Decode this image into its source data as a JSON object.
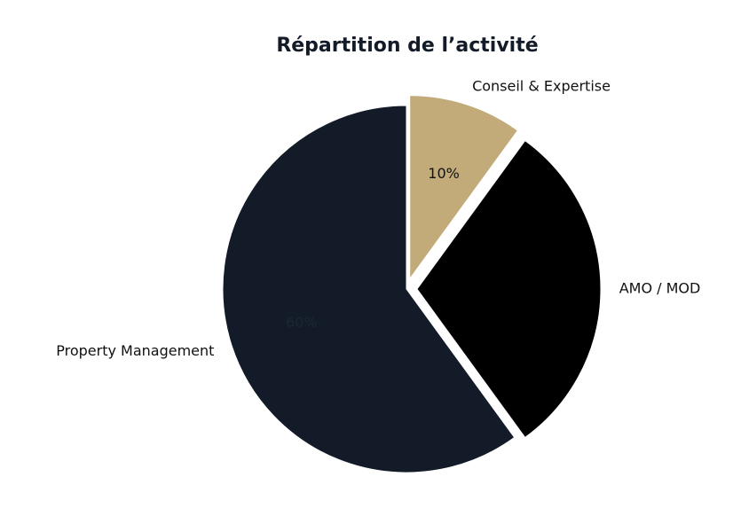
{
  "chart_data": {
    "type": "pie",
    "title": "Répartition de l’activité",
    "slices": [
      {
        "label": "Conseil & Expertise",
        "value": 10,
        "percent_label": "10%",
        "color": "#C2AB79",
        "text_color": "#111111",
        "exploded": true
      },
      {
        "label": "AMO / MOD",
        "value": 30,
        "percent_label": "",
        "color": "#000000",
        "text_color": "#FFFFFF",
        "exploded": true
      },
      {
        "label": "Property Management",
        "value": 60,
        "percent_label": "60%",
        "color": "#131B29",
        "text_color": "#1C2533",
        "exploded": false
      }
    ],
    "start_angle_deg": 90,
    "direction": "clockwise",
    "legend": "none",
    "title_color": "#131B29"
  }
}
